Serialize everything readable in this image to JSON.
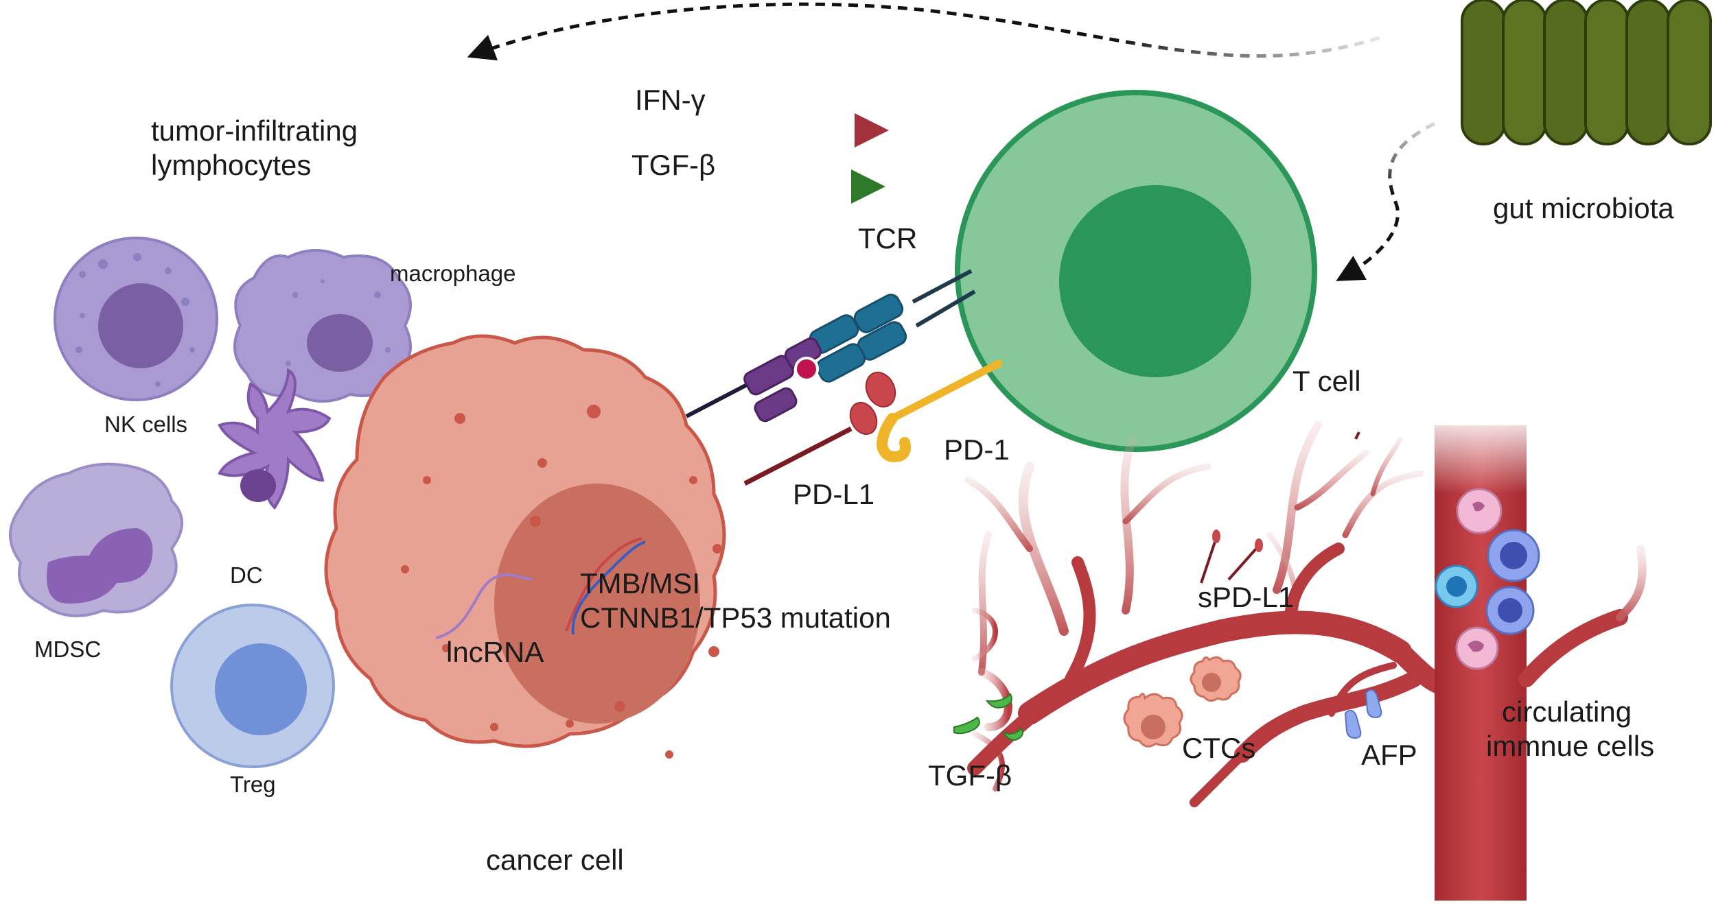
{
  "labels": {
    "til_line1": "tumor-infiltrating",
    "til_line2": "lymphocytes",
    "ifn": "IFN-γ",
    "tgf_top": "TGF-β",
    "gut": "gut microbiota",
    "tcr": "TCR",
    "t_cell": "T cell",
    "macrophage": "macrophage",
    "nk_cells": "NK cells",
    "dc": "DC",
    "mdsc": "MDSC",
    "treg": "Treg",
    "pd1": "PD-1",
    "pdl1": "PD-L1",
    "tmb": "TMB/MSI",
    "mutation": "CTNNB1/TP53 mutation",
    "lncrna": "lncRNA",
    "cancer_cell": "cancer cell",
    "spdl1": "sPD-L1",
    "tgf_bottom": "TGF-β",
    "ctcs": "CTCs",
    "afp": "AFP",
    "circ_line1": "circulating",
    "circ_line2": "immnue cells"
  },
  "colors": {
    "ifn_arrow": "#a3323c",
    "tgf_arrow": "#2f7a2a",
    "t_cell_outer": "#86c89a",
    "t_cell_inner": "#2a9658",
    "cancer_cell": "#e8a294",
    "cancer_nucleus": "#c96f60",
    "gut": "#556b1e",
    "vessel": "#b73a3f",
    "pd1": "#f0b429",
    "pdl1": "#7a1a22"
  }
}
